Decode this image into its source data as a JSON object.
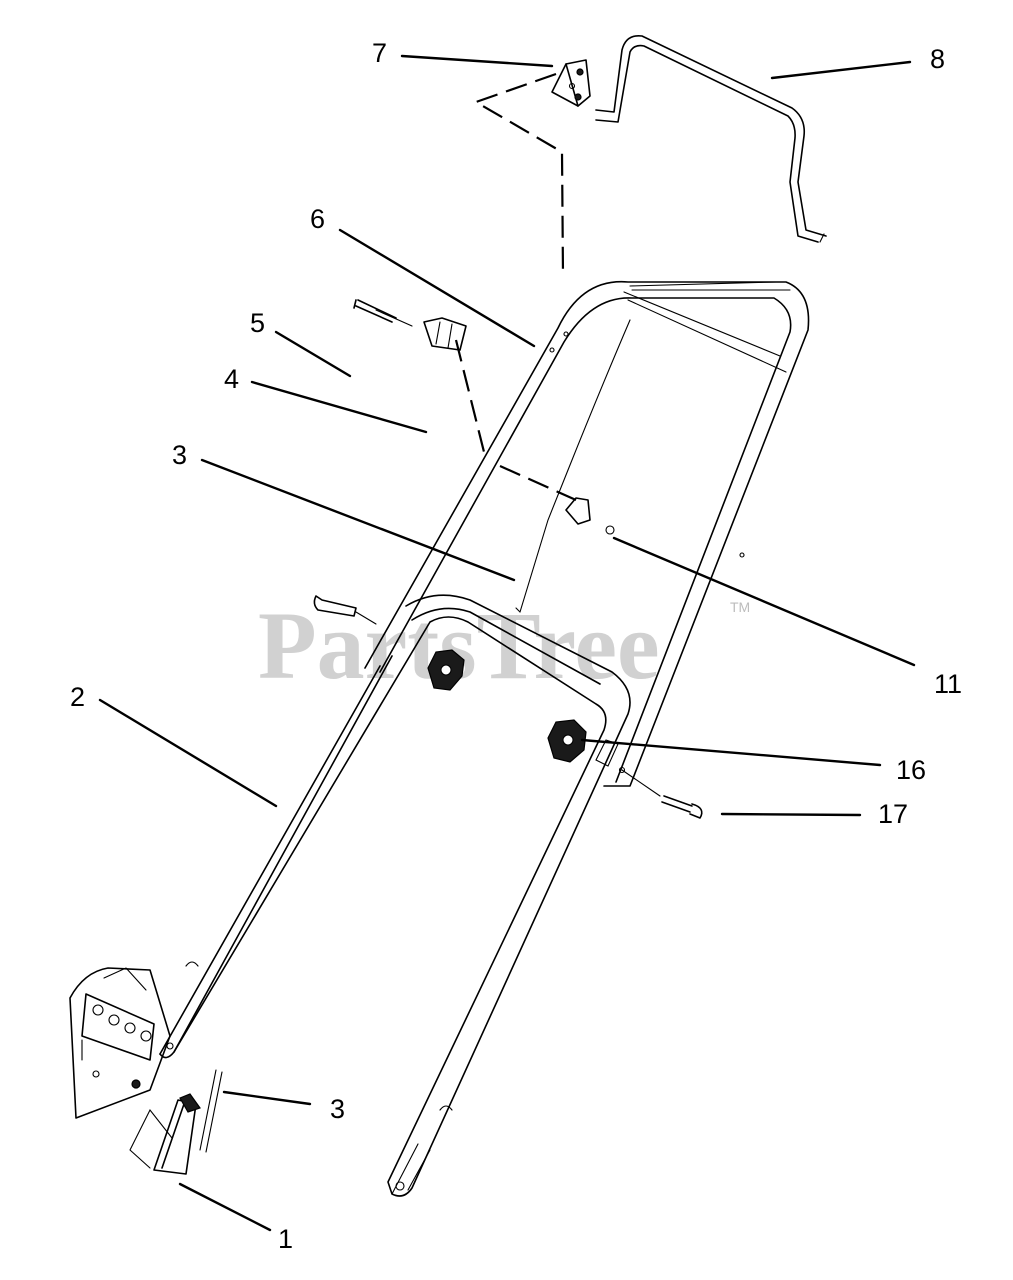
{
  "watermark": {
    "text": "PartsTree",
    "tm": "TM"
  },
  "callouts": [
    {
      "id": "7",
      "label": "7"
    },
    {
      "id": "8",
      "label": "8"
    },
    {
      "id": "6",
      "label": "6"
    },
    {
      "id": "5",
      "label": "5"
    },
    {
      "id": "4",
      "label": "4"
    },
    {
      "id": "3a",
      "label": "3"
    },
    {
      "id": "11",
      "label": "11"
    },
    {
      "id": "2",
      "label": "2"
    },
    {
      "id": "16",
      "label": "16"
    },
    {
      "id": "17",
      "label": "17"
    },
    {
      "id": "3b",
      "label": "3"
    },
    {
      "id": "1",
      "label": "1"
    }
  ]
}
